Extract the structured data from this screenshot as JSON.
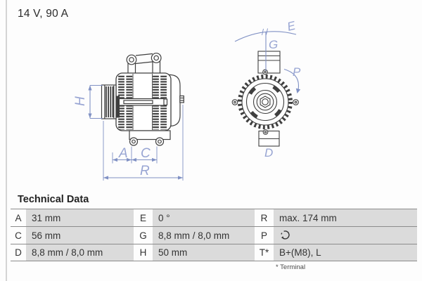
{
  "title": "14 V, 90 A",
  "colors": {
    "dimension_blue": "#8091c4",
    "dimension_label_blue": "#98a5d3",
    "drawing_gray": "#3f3f3f",
    "table_value_bg": "#dbdbdb",
    "table_line": "#8c8c8c"
  },
  "diagram": {
    "side_view_labels": {
      "h": "H",
      "a": "A",
      "c": "C",
      "r": "R"
    },
    "front_view_labels": {
      "e": "E",
      "g": "G",
      "p": "P",
      "d": "D"
    }
  },
  "table": {
    "heading": "Technical Data",
    "footnote": "* Terminal",
    "rows": [
      {
        "c1": {
          "key": "A",
          "value": "31 mm"
        },
        "c2": {
          "key": "E",
          "value": "0 °"
        },
        "c3": {
          "key": "R",
          "value": "max. 174 mm"
        }
      },
      {
        "c1": {
          "key": "C",
          "value": "56 mm"
        },
        "c2": {
          "key": "G",
          "value": "8,8 mm / 8,0 mm"
        },
        "c3": {
          "key": "P",
          "value": "",
          "icon": "rotation-direction-icon"
        }
      },
      {
        "c1": {
          "key": "D",
          "value": "8,8 mm / 8,0 mm"
        },
        "c2": {
          "key": "H",
          "value": "50 mm"
        },
        "c3": {
          "key": "T*",
          "value": "B+(M8), L"
        }
      }
    ]
  }
}
